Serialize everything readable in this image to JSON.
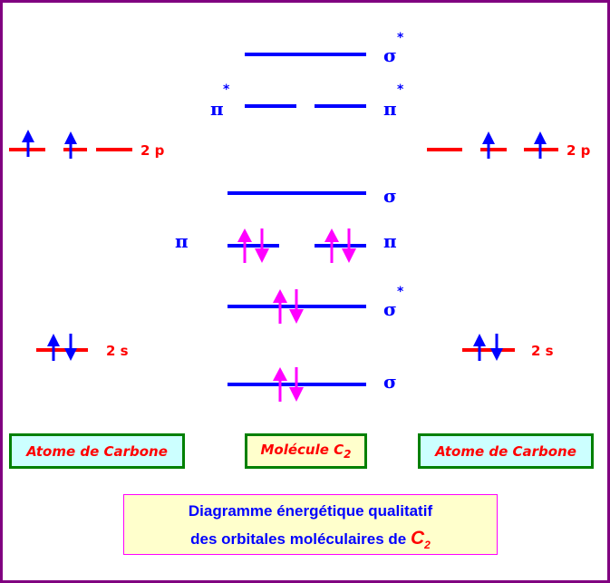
{
  "levels": {
    "sigma_star_2p": {
      "symbol": "σ",
      "star": "*"
    },
    "pi_star": {
      "symbol": "π",
      "star": "*"
    },
    "sigma_2p": {
      "symbol": "σ"
    },
    "pi": {
      "symbol": "π"
    },
    "sigma_star_2s": {
      "symbol": "σ",
      "star": "*"
    },
    "sigma_2s": {
      "symbol": "σ"
    }
  },
  "atomic": {
    "p_label": "2 p",
    "s_label": "2 s"
  },
  "boxes": {
    "left_atom": "Atome de Carbone",
    "molecule": "Molécule C",
    "molecule_sub": "2",
    "right_atom": "Atome de Carbone"
  },
  "title": {
    "line1": "Diagramme énergétique qualitatif",
    "line2": "des orbitales moléculaires de",
    "formula": "C",
    "formula_sub": "2"
  },
  "colors": {
    "frame": "#800080",
    "mo_line": "#0000ff",
    "ao_line": "#ff0000",
    "mo_electron": "#ff00ff",
    "ao_electron": "#0000ff"
  }
}
